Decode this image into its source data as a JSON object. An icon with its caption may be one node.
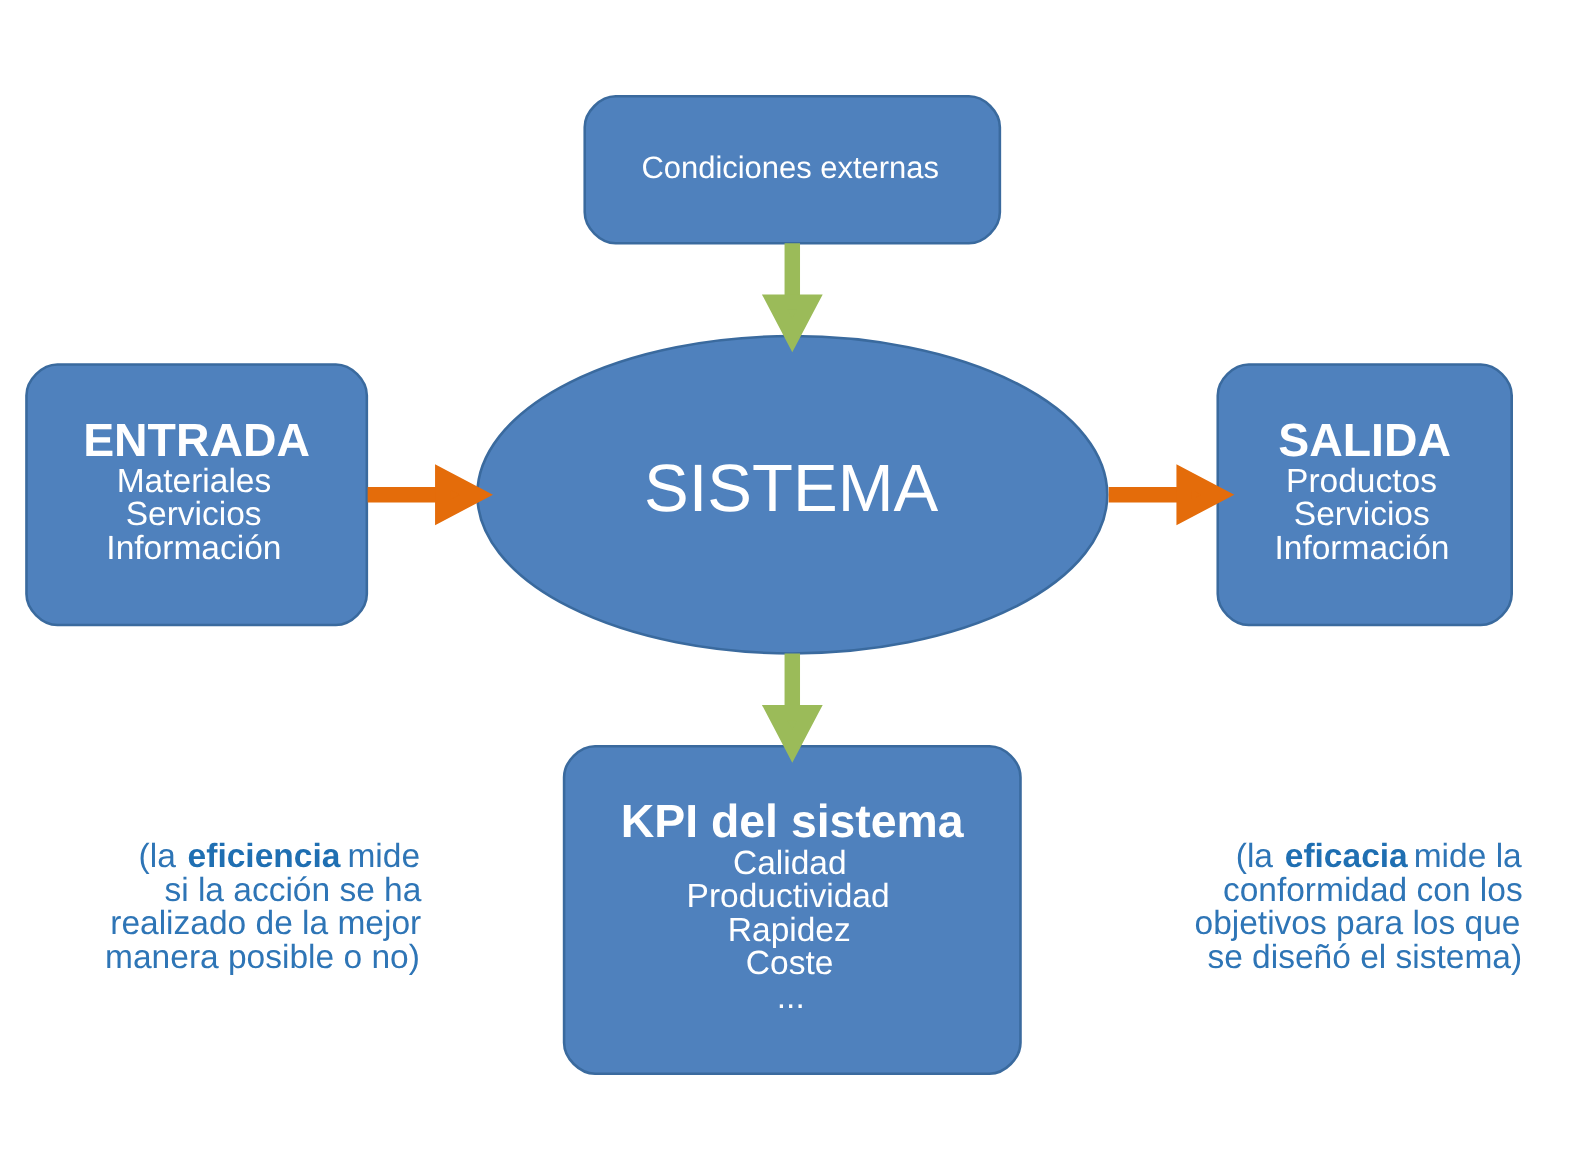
{
  "diagram": {
    "nodes": [
      {
        "text": [
          "Condiciones externas"
        ]
      },
      {
        "text": [
          "ENTRADA",
          "Materiales",
          "Servicios",
          "Información"
        ]
      },
      {
        "text": [
          "SISTEMA"
        ]
      },
      {
        "text": [
          "SALIDA",
          "Productos",
          "Servicios",
          "Información"
        ]
      },
      {
        "text": [
          "KPI del sistema",
          "Calidad",
          "Productividad",
          "Rapidez",
          "Coste",
          "..."
        ]
      }
    ],
    "edges": [
      {
        "from": 0,
        "to": 2,
        "arrow": "to",
        "color": "#9bbb59"
      },
      {
        "from": 1,
        "to": 2,
        "arrow": "to",
        "color": "#e46c0a"
      },
      {
        "from": 2,
        "to": 3,
        "arrow": "to",
        "color": "#e46c0a"
      },
      {
        "from": 2,
        "to": 4,
        "arrow": "to",
        "color": "#9bbb59"
      }
    ],
    "labels": [
      "(la **eficacia** mide la conformidad con los objetivos para los que se diseñó el sistema)",
      "(la **eficiencia** mide si la acción se ha realizado de la mejor manera posible o no)"
    ]
  }
}
